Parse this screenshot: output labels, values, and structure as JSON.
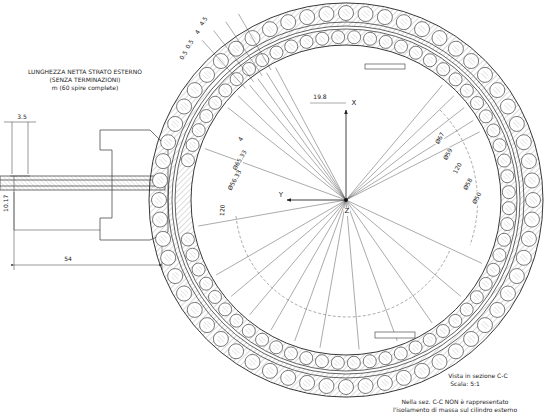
{
  "diagram": {
    "labels": [
      "LUNGHEZZA NETTA STRATO ESTERNO",
      "(SENZA TERMINAZIONI)",
      "m (60 spire complete)",
      "3.5",
      "10.17",
      "54",
      "4.5",
      "4",
      "0.5",
      "0.5",
      "19.8",
      "4",
      "Ø65.33",
      "Ø56.33",
      "120",
      "Ø67",
      "Ø59",
      "120",
      "Ø58",
      "Ø50",
      "X",
      "Y",
      "Z",
      "Vista in sezione C-C",
      "Scala: 5:1",
      "Nella sez. C-C NON è rappresentato",
      "l'isolamento di massa sul cilindro esterno"
    ]
  }
}
